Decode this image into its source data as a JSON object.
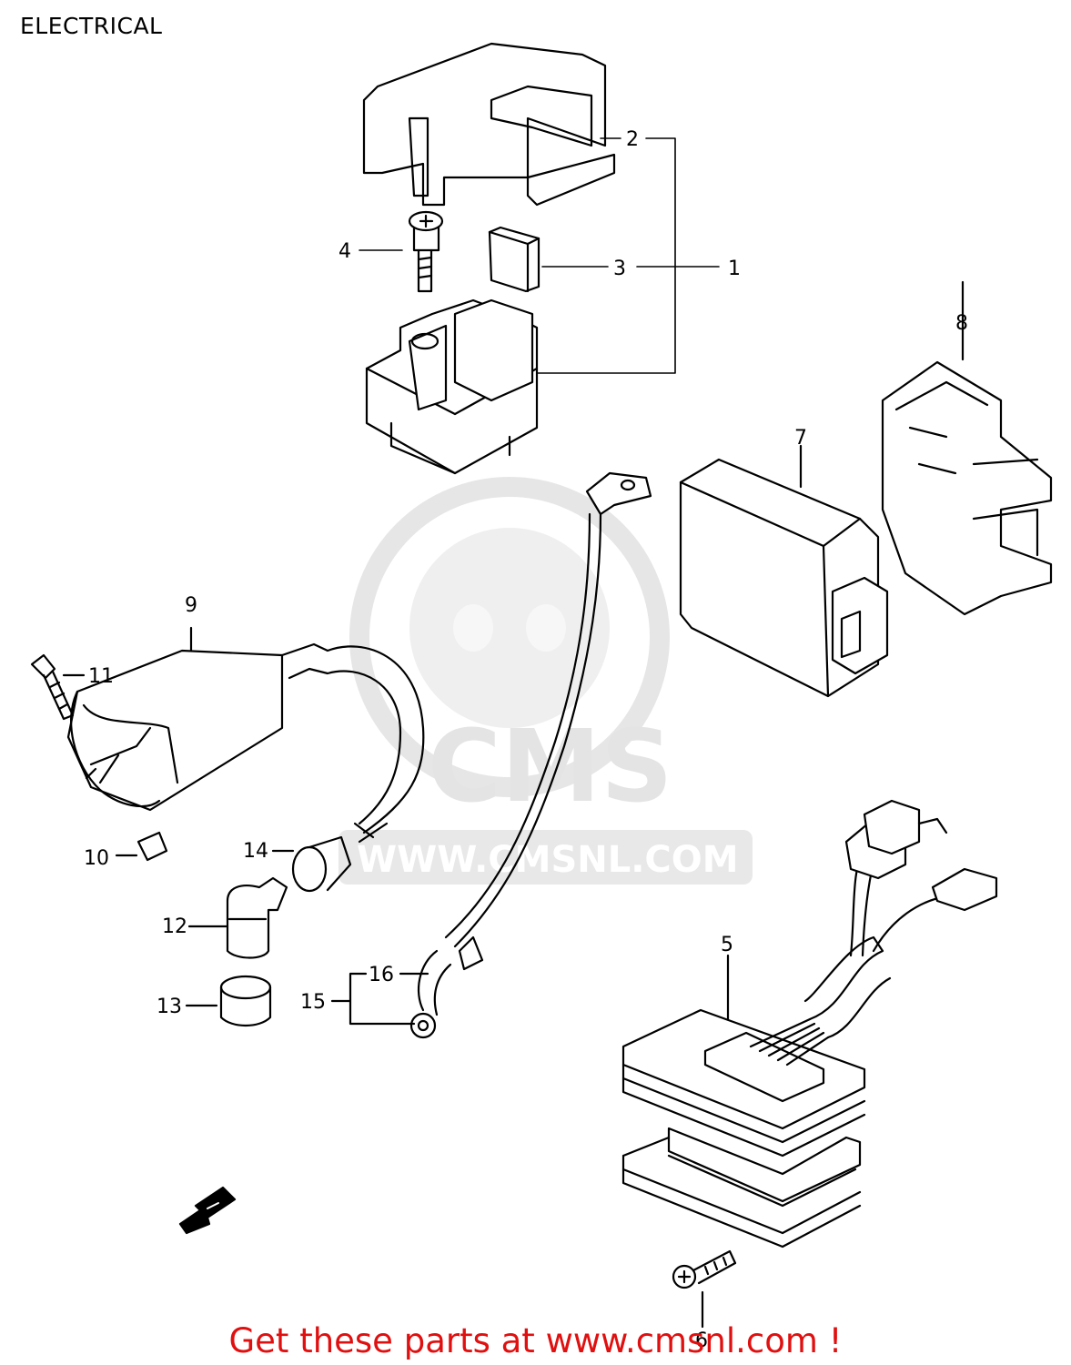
{
  "header": {
    "title": "ELECTRICAL"
  },
  "callouts": {
    "c1": "1",
    "c2": "2",
    "c3": "3",
    "c4": "4",
    "c5": "5",
    "c6": "6",
    "c7": "7",
    "c8": "8",
    "c9": "9",
    "c10": "10",
    "c11": "11",
    "c12": "12",
    "c13": "13",
    "c14": "14",
    "c15": "15",
    "c16": "16"
  },
  "watermark": {
    "brand": "CMS",
    "site": "WWW.CMSNL.COM"
  },
  "footer": {
    "link_text": "Get these parts at www.cmsnl.com !"
  },
  "colors": {
    "line": "#000000",
    "link": "#e01010",
    "watermark": "#e4e4e4"
  }
}
